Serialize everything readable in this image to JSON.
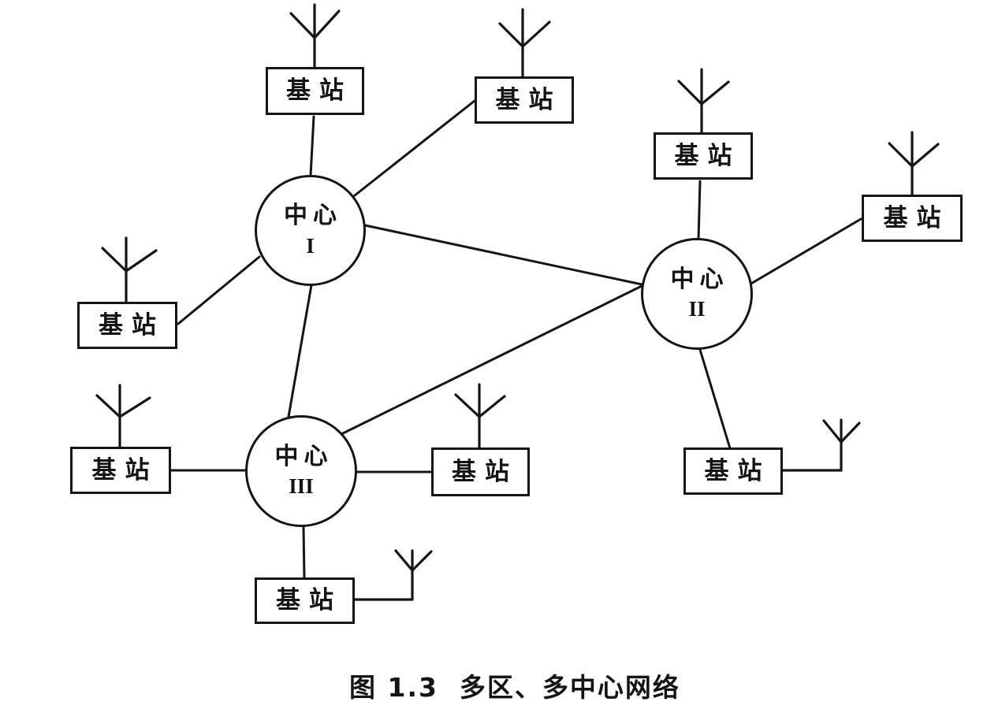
{
  "figure": {
    "caption": "图 1.3  多区、多中心网络",
    "labels": {
      "base_station": "基站",
      "center": "中心"
    },
    "centers": [
      {
        "label": "中心",
        "numeral": "I",
        "connected_base_stations": 3
      },
      {
        "label": "中心",
        "numeral": "II",
        "connected_base_stations": 3
      },
      {
        "label": "中心",
        "numeral": "III",
        "connected_base_stations": 3
      }
    ],
    "center_links": [
      "I-II",
      "I-III",
      "III-II"
    ],
    "base_station_count": 9
  }
}
